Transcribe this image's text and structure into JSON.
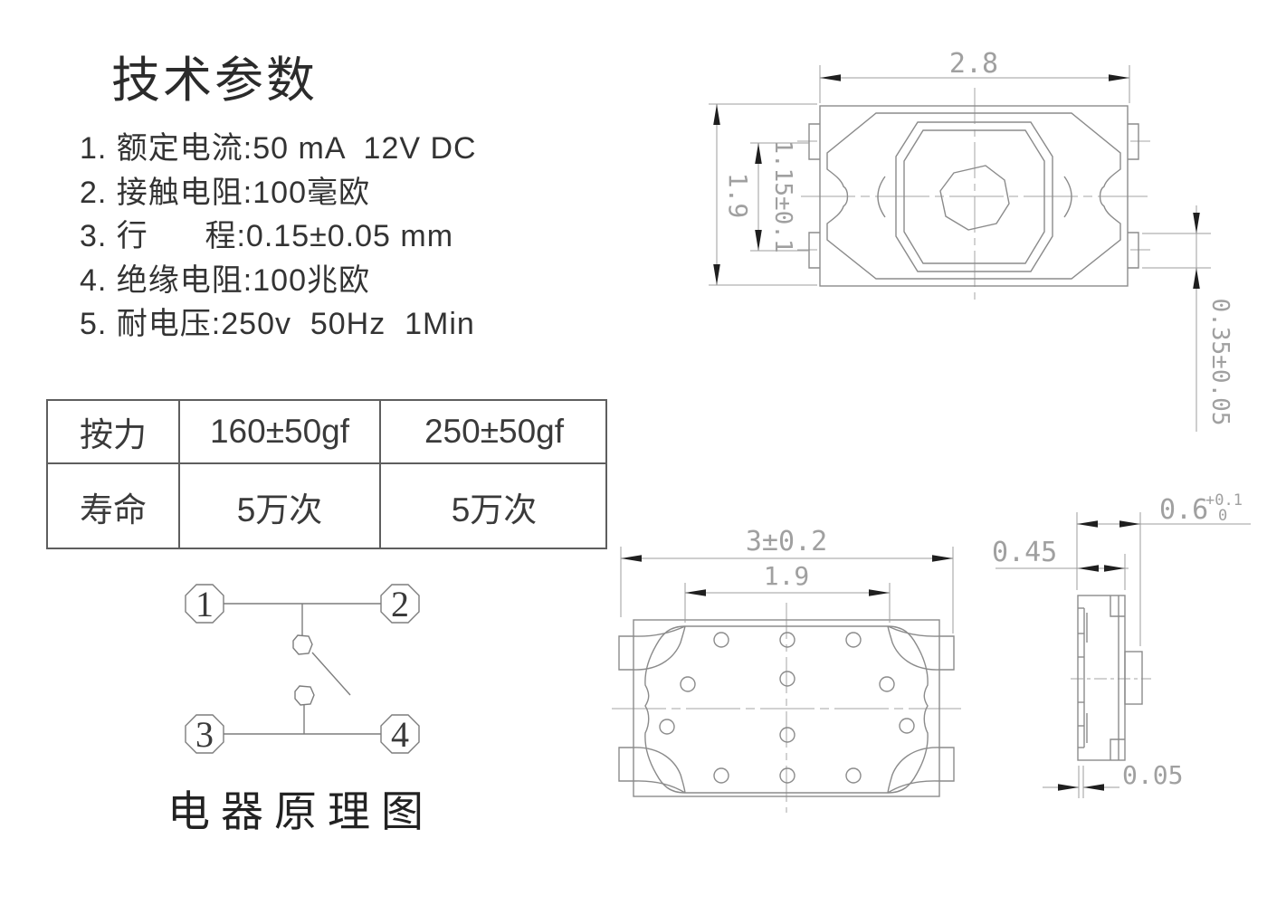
{
  "title": "技术参数",
  "specs": {
    "items": [
      "1. 额定电流:50 mA  12V DC",
      "2. 接触电阻:100毫欧",
      "3. 行      程:0.15±0.05 mm",
      "4. 绝缘电阻:100兆欧",
      "5. 耐电压:250v  50Hz  1Min"
    ]
  },
  "table": {
    "rows": [
      [
        "按力",
        "160±50gf",
        "250±50gf"
      ],
      [
        "寿命",
        "5万次",
        "5万次"
      ]
    ]
  },
  "schematic": {
    "terminals": [
      "1",
      "2",
      "3",
      "4"
    ],
    "caption": "电器原理图"
  },
  "dimensions": {
    "top_view": {
      "width": "2.8",
      "height": "1.9",
      "inner_height": "1.15±0.1",
      "terminal_height": "0.35±0.05"
    },
    "bottom_view": {
      "overall_width": "3±0.2",
      "pad_span": "1.9"
    },
    "side_view": {
      "total_height": "0.6",
      "tol_upper": "+0.1",
      "tol_lower": "0",
      "body_height": "0.45",
      "lead_thickness": "0.05"
    }
  },
  "colors": {
    "drawing_line": "#8b8b8b",
    "dimension_line": "#9c9c9c",
    "arrow": "#1f1f1f",
    "dim_text": "#a0a0a0",
    "body_text": "#333333"
  }
}
